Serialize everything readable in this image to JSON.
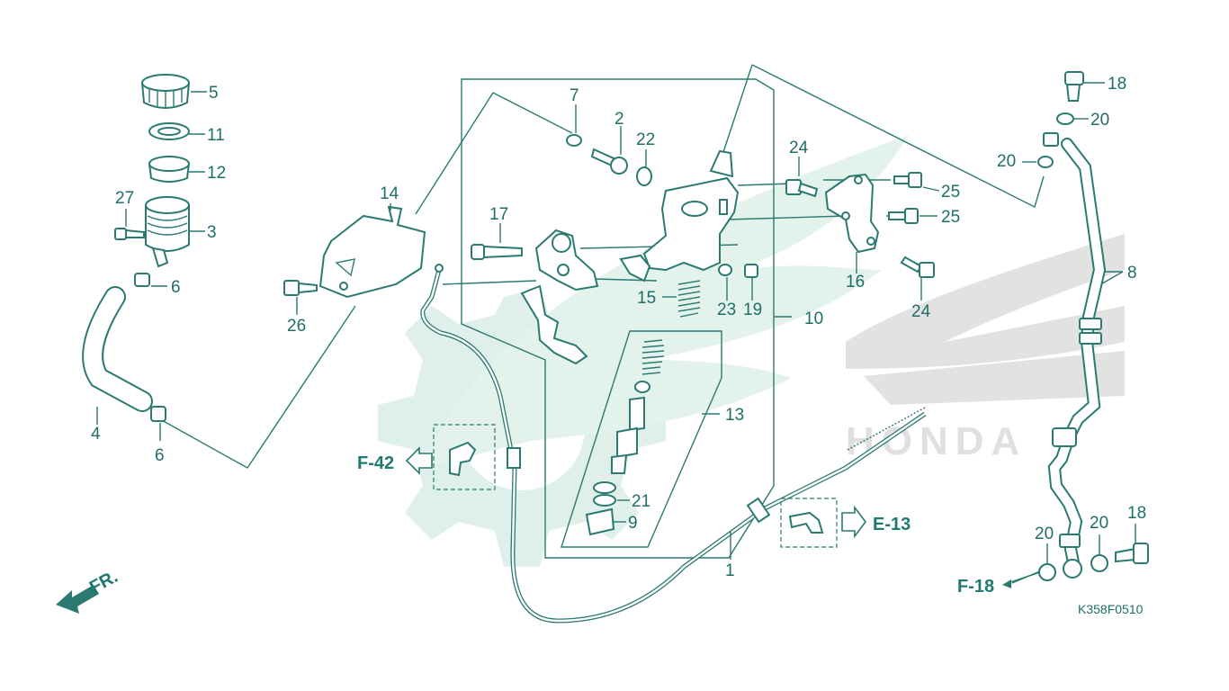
{
  "diagram": {
    "code": "K358F0510",
    "front_marker": "FR.",
    "watermark_text": "HONDA",
    "colors": {
      "ink": "#2a7a72",
      "label": "#1f6e67",
      "watermark": "#dff0ea"
    },
    "references": [
      {
        "id": "ref-f42",
        "text": "F-42"
      },
      {
        "id": "ref-e13",
        "text": "E-13"
      },
      {
        "id": "ref-f18",
        "text": "F-18"
      }
    ],
    "callouts": {
      "n1": "1",
      "n2": "2",
      "n3": "3",
      "n4": "4",
      "n5": "5",
      "n6a": "6",
      "n6b": "6",
      "n7": "7",
      "n8": "8",
      "n9": "9",
      "n10": "10",
      "n11": "11",
      "n12": "12",
      "n13": "13",
      "n14": "14",
      "n15": "15",
      "n16": "16",
      "n17": "17",
      "n18a": "18",
      "n18b": "18",
      "n19": "19",
      "n20a": "20",
      "n20b": "20",
      "n20c": "20",
      "n20d": "20",
      "n21": "21",
      "n22": "22",
      "n23": "23",
      "n24a": "24",
      "n24b": "24",
      "n25a": "25",
      "n25b": "25",
      "n26": "26",
      "n27": "27"
    }
  }
}
